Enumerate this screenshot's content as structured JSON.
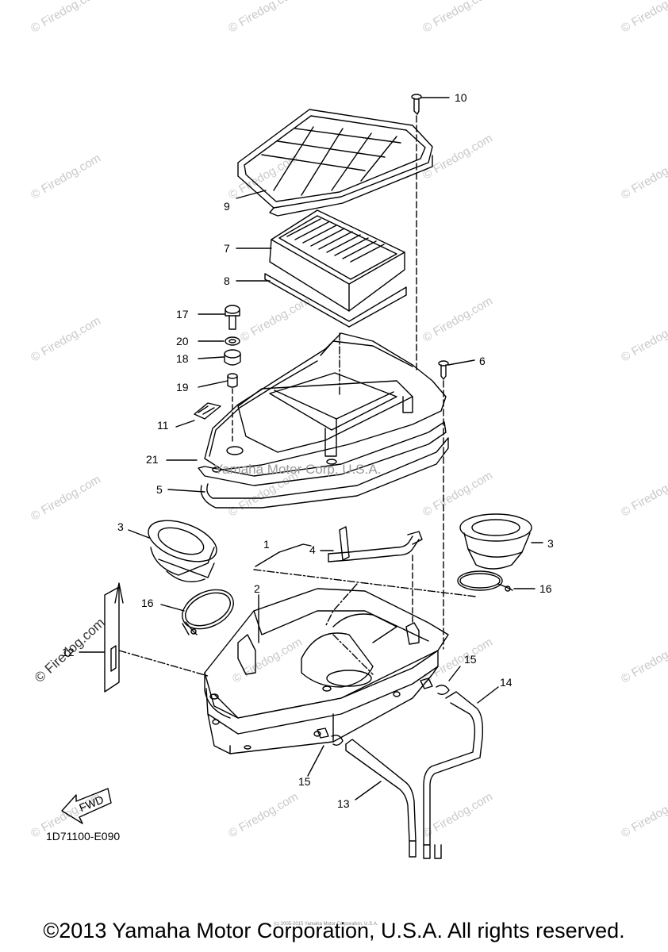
{
  "watermark": {
    "text": "© Firedog.com"
  },
  "stamp": "Yamaha Motor Corp, U.S.A.",
  "diagram_code": "1D71100-E090",
  "fwd_label": "FWD",
  "tiny_copyright": "(c) 2005-2015 Yamaha Motor Corporation, U.S.A.",
  "footer": "©2013 Yamaha Motor Corporation, U.S.A. All rights reserved.",
  "callouts": {
    "c10": "10",
    "c9": "9",
    "c7": "7",
    "c8": "8",
    "c17": "17",
    "c20": "20",
    "c18": "18",
    "c19": "19",
    "c6": "6",
    "c11": "11",
    "c21": "21",
    "c5": "5",
    "c3a": "3",
    "c3b": "3",
    "c1": "1",
    "c4": "4",
    "c2": "2",
    "c16a": "16",
    "c16b": "16",
    "c12": "12",
    "c15a": "15",
    "c14": "14",
    "c15b": "15",
    "c13": "13"
  }
}
